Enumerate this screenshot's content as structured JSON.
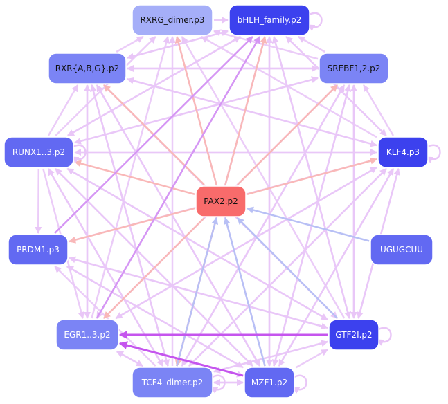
{
  "colors": {
    "pale_blue": "#a5aef8",
    "mid_blue": "#7b84f5",
    "blue": "#6269f2",
    "deep_blue": "#3c41ee",
    "salmon": "#f86b6b",
    "edge_lavender": "#e9c6f7",
    "edge_violet": "#d596f4",
    "edge_pink": "#f9b8b8",
    "edge_blue": "#b8c0f5",
    "edge_magenta": "#c555ee"
  },
  "nodes": [
    {
      "id": "rxrg",
      "label": "RXRG_dimer.p3",
      "fill": "pale_blue",
      "text": "dark"
    },
    {
      "id": "bhlh",
      "label": "bHLH_family.p2",
      "fill": "deep_blue",
      "text": "light",
      "self_loop": true
    },
    {
      "id": "rxrabg",
      "label": "RXR{A,B,G}.p2",
      "fill": "mid_blue",
      "text": "dark"
    },
    {
      "id": "srebf",
      "label": "SREBF1,2.p2",
      "fill": "mid_blue",
      "text": "dark"
    },
    {
      "id": "runx",
      "label": "RUNX1..3.p2",
      "fill": "blue",
      "text": "light",
      "self_loop": true
    },
    {
      "id": "klf4",
      "label": "KLF4.p3",
      "fill": "deep_blue",
      "text": "light",
      "self_loop": true
    },
    {
      "id": "pax2",
      "label": "PAX2.p2",
      "fill": "salmon",
      "text": "dark"
    },
    {
      "id": "prdm1",
      "label": "PRDM1.p3",
      "fill": "blue",
      "text": "light"
    },
    {
      "id": "ugugcuu",
      "label": "UGUGCUU",
      "fill": "blue",
      "text": "light"
    },
    {
      "id": "egr",
      "label": "EGR1..3.p2",
      "fill": "mid_blue",
      "text": "light"
    },
    {
      "id": "gtf2i",
      "label": "GTF2I.p2",
      "fill": "deep_blue",
      "text": "light",
      "self_loop": true
    },
    {
      "id": "tcf4",
      "label": "TCF4_dimer.p2",
      "fill": "mid_blue",
      "text": "light",
      "self_loop": true
    },
    {
      "id": "mzf1",
      "label": "MZF1.p2",
      "fill": "blue",
      "text": "light",
      "self_loop": true
    }
  ],
  "edges": [
    {
      "from": "pax2",
      "to": "rxrg",
      "color": "edge_pink"
    },
    {
      "from": "pax2",
      "to": "bhlh",
      "color": "edge_pink"
    },
    {
      "from": "pax2",
      "to": "rxrabg",
      "color": "edge_pink"
    },
    {
      "from": "pax2",
      "to": "srebf",
      "color": "edge_pink"
    },
    {
      "from": "pax2",
      "to": "runx",
      "color": "edge_pink"
    },
    {
      "from": "pax2",
      "to": "klf4",
      "color": "edge_pink"
    },
    {
      "from": "pax2",
      "to": "prdm1",
      "color": "edge_pink"
    },
    {
      "from": "pax2",
      "to": "egr",
      "color": "edge_pink"
    },
    {
      "from": "pax2",
      "to": "tcf4",
      "color": "edge_pink"
    },
    {
      "from": "ugugcuu",
      "to": "pax2",
      "color": "edge_blue"
    },
    {
      "from": "gtf2i",
      "to": "pax2",
      "color": "edge_blue"
    },
    {
      "from": "mzf1",
      "to": "pax2",
      "color": "edge_blue"
    },
    {
      "from": "tcf4",
      "to": "pax2",
      "color": "edge_blue"
    },
    {
      "from": "gtf2i",
      "to": "egr",
      "color": "edge_magenta",
      "bold": true
    },
    {
      "from": "mzf1",
      "to": "egr",
      "color": "edge_magenta",
      "bold": true
    },
    {
      "from": "egr",
      "to": "bhlh",
      "color": "edge_violet"
    },
    {
      "from": "prdm1",
      "to": "bhlh",
      "color": "edge_violet"
    },
    {
      "from": "tcf4",
      "to": "bhlh",
      "color": "edge_lavender"
    },
    {
      "from": "mzf1",
      "to": "bhlh",
      "color": "edge_lavender"
    },
    {
      "from": "gtf2i",
      "to": "bhlh",
      "color": "edge_lavender"
    },
    {
      "from": "runx",
      "to": "bhlh",
      "color": "edge_lavender"
    },
    {
      "from": "rxrabg",
      "to": "bhlh",
      "color": "edge_lavender"
    },
    {
      "from": "klf4",
      "to": "bhlh",
      "color": "edge_lavender"
    },
    {
      "from": "srebf",
      "to": "bhlh",
      "color": "edge_lavender"
    },
    {
      "from": "rxrg",
      "to": "bhlh",
      "color": "edge_lavender"
    },
    {
      "from": "klf4",
      "to": "rxrg",
      "color": "edge_lavender"
    },
    {
      "from": "gtf2i",
      "to": "rxrg",
      "color": "edge_lavender"
    },
    {
      "from": "mzf1",
      "to": "rxrg",
      "color": "edge_lavender"
    },
    {
      "from": "tcf4",
      "to": "rxrg",
      "color": "edge_lavender"
    },
    {
      "from": "egr",
      "to": "rxrg",
      "color": "edge_lavender"
    },
    {
      "from": "runx",
      "to": "rxrg",
      "color": "edge_lavender"
    },
    {
      "from": "srebf",
      "to": "rxrg",
      "color": "edge_lavender"
    },
    {
      "from": "rxrabg",
      "to": "rxrg",
      "color": "edge_lavender"
    },
    {
      "from": "bhlh",
      "to": "rxrabg",
      "color": "edge_lavender"
    },
    {
      "from": "srebf",
      "to": "rxrabg",
      "color": "edge_lavender"
    },
    {
      "from": "klf4",
      "to": "rxrabg",
      "color": "edge_lavender"
    },
    {
      "from": "gtf2i",
      "to": "rxrabg",
      "color": "edge_lavender"
    },
    {
      "from": "mzf1",
      "to": "rxrabg",
      "color": "edge_lavender"
    },
    {
      "from": "tcf4",
      "to": "rxrabg",
      "color": "edge_lavender"
    },
    {
      "from": "egr",
      "to": "rxrabg",
      "color": "edge_lavender"
    },
    {
      "from": "runx",
      "to": "rxrabg",
      "color": "edge_lavender"
    },
    {
      "from": "rxrabg",
      "to": "srebf",
      "color": "edge_lavender"
    },
    {
      "from": "klf4",
      "to": "srebf",
      "color": "edge_lavender"
    },
    {
      "from": "gtf2i",
      "to": "srebf",
      "color": "edge_lavender"
    },
    {
      "from": "mzf1",
      "to": "srebf",
      "color": "edge_lavender"
    },
    {
      "from": "tcf4",
      "to": "srebf",
      "color": "edge_lavender"
    },
    {
      "from": "egr",
      "to": "srebf",
      "color": "edge_lavender"
    },
    {
      "from": "runx",
      "to": "srebf",
      "color": "edge_lavender"
    },
    {
      "from": "klf4",
      "to": "runx",
      "color": "edge_lavender"
    },
    {
      "from": "gtf2i",
      "to": "runx",
      "color": "edge_lavender"
    },
    {
      "from": "mzf1",
      "to": "runx",
      "color": "edge_lavender"
    },
    {
      "from": "tcf4",
      "to": "runx",
      "color": "edge_lavender"
    },
    {
      "from": "bhlh",
      "to": "runx",
      "color": "edge_lavender"
    },
    {
      "from": "srebf",
      "to": "runx",
      "color": "edge_lavender"
    },
    {
      "from": "runx",
      "to": "klf4",
      "color": "edge_lavender"
    },
    {
      "from": "rxrabg",
      "to": "klf4",
      "color": "edge_lavender"
    },
    {
      "from": "bhlh",
      "to": "klf4",
      "color": "edge_lavender"
    },
    {
      "from": "egr",
      "to": "klf4",
      "color": "edge_lavender"
    },
    {
      "from": "tcf4",
      "to": "klf4",
      "color": "edge_lavender"
    },
    {
      "from": "mzf1",
      "to": "klf4",
      "color": "edge_lavender"
    },
    {
      "from": "gtf2i",
      "to": "klf4",
      "color": "edge_lavender"
    },
    {
      "from": "klf4",
      "to": "prdm1",
      "color": "edge_lavender"
    },
    {
      "from": "gtf2i",
      "to": "prdm1",
      "color": "edge_lavender"
    },
    {
      "from": "mzf1",
      "to": "prdm1",
      "color": "edge_lavender"
    },
    {
      "from": "tcf4",
      "to": "prdm1",
      "color": "edge_lavender"
    },
    {
      "from": "runx",
      "to": "prdm1",
      "color": "edge_lavender"
    },
    {
      "from": "klf4",
      "to": "egr",
      "color": "edge_lavender"
    },
    {
      "from": "srebf",
      "to": "egr",
      "color": "edge_lavender"
    },
    {
      "from": "bhlh",
      "to": "egr",
      "color": "edge_lavender"
    },
    {
      "from": "rxrabg",
      "to": "egr",
      "color": "edge_lavender"
    },
    {
      "from": "runx",
      "to": "egr",
      "color": "edge_lavender"
    },
    {
      "from": "tcf4",
      "to": "egr",
      "color": "edge_lavender"
    },
    {
      "from": "bhlh",
      "to": "gtf2i",
      "color": "edge_lavender"
    },
    {
      "from": "runx",
      "to": "gtf2i",
      "color": "edge_lavender"
    },
    {
      "from": "rxrabg",
      "to": "gtf2i",
      "color": "edge_lavender"
    },
    {
      "from": "srebf",
      "to": "gtf2i",
      "color": "edge_lavender"
    },
    {
      "from": "klf4",
      "to": "gtf2i",
      "color": "edge_lavender"
    },
    {
      "from": "prdm1",
      "to": "gtf2i",
      "color": "edge_lavender"
    },
    {
      "from": "tcf4",
      "to": "gtf2i",
      "color": "edge_lavender"
    },
    {
      "from": "mzf1",
      "to": "gtf2i",
      "color": "edge_lavender"
    },
    {
      "from": "bhlh",
      "to": "tcf4",
      "color": "edge_lavender"
    },
    {
      "from": "rxrabg",
      "to": "tcf4",
      "color": "edge_lavender"
    },
    {
      "from": "runx",
      "to": "tcf4",
      "color": "edge_lavender"
    },
    {
      "from": "srebf",
      "to": "tcf4",
      "color": "edge_lavender"
    },
    {
      "from": "klf4",
      "to": "tcf4",
      "color": "edge_lavender"
    },
    {
      "from": "gtf2i",
      "to": "tcf4",
      "color": "edge_lavender"
    },
    {
      "from": "mzf1",
      "to": "tcf4",
      "color": "edge_lavender"
    },
    {
      "from": "egr",
      "to": "tcf4",
      "color": "edge_lavender"
    },
    {
      "from": "runx",
      "to": "mzf1",
      "color": "edge_lavender"
    },
    {
      "from": "bhlh",
      "to": "mzf1",
      "color": "edge_lavender"
    },
    {
      "from": "rxrabg",
      "to": "mzf1",
      "color": "edge_lavender"
    },
    {
      "from": "srebf",
      "to": "mzf1",
      "color": "edge_lavender"
    },
    {
      "from": "klf4",
      "to": "mzf1",
      "color": "edge_lavender"
    },
    {
      "from": "egr",
      "to": "mzf1",
      "color": "edge_lavender"
    },
    {
      "from": "tcf4",
      "to": "mzf1",
      "color": "edge_lavender"
    },
    {
      "from": "prdm1",
      "to": "mzf1",
      "color": "edge_lavender"
    }
  ]
}
